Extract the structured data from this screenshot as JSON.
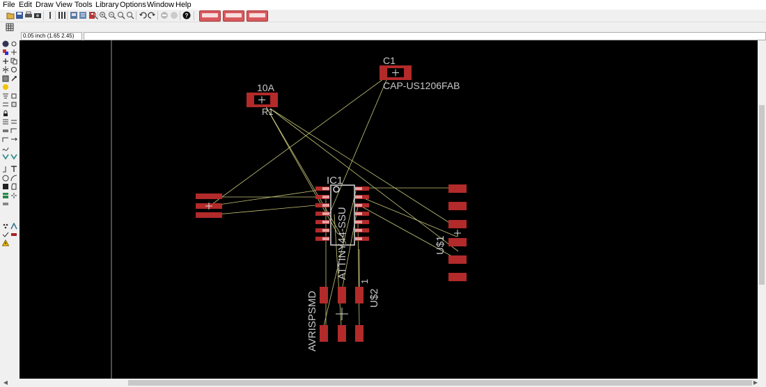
{
  "menu": [
    "File",
    "Edit",
    "Draw",
    "View",
    "Tools",
    "Library",
    "Options",
    "Window",
    "Help"
  ],
  "toolbar_icons": [
    "open-icon",
    "save-icon",
    "print-icon",
    "cam-icon",
    "script-icon",
    "run-icon",
    "board-icon",
    "schematic-icon",
    "library-icon",
    "zoom-fit-icon",
    "zoom-in-icon",
    "zoom-out-icon",
    "zoom-redraw-icon",
    "zoom-select-icon",
    "undo-icon",
    "redo-icon",
    "stop-icon",
    "go-icon",
    "help-icon"
  ],
  "ribbon_buttons": [
    "design-link-button",
    "pcb-quote-button",
    "idf-button"
  ],
  "coordinate": "0.05 inch (1.65 2.45)",
  "left_tools": [
    "info-icon",
    "show-icon",
    "display-icon",
    "mark-icon",
    "move-icon",
    "copy-icon",
    "mirror-icon",
    "rotate-icon",
    "group-icon",
    "change-icon",
    "paste-icon",
    "delete-icon",
    "add-icon",
    "pinswap-icon",
    "replace-icon",
    "lock-icon",
    "split-icon",
    "optimize-icon",
    "route-icon",
    "ripup-icon",
    "wire-icon",
    "text-icon",
    "circle-icon",
    "arc-icon",
    "rect-icon",
    "polygon-icon",
    "via-icon",
    "hole-icon",
    "attribute-icon",
    "dimension-icon",
    "ratsnest-icon",
    "auto-icon",
    "erc-icon",
    "drc-icon",
    "errors-icon"
  ],
  "board": {
    "r1": {
      "value": "10A",
      "name": "R1"
    },
    "c1": {
      "name": "C1",
      "value": "CAP-US1206FAB"
    },
    "ic1": {
      "name": "IC1",
      "value": "ATTINY44-SSU"
    },
    "u1": {
      "name": "U$1"
    },
    "u2": {
      "name": "U$2",
      "value": "AVRISPSMD",
      "pin1": "1"
    }
  },
  "colors": {
    "canvas": "#000000",
    "pad": "#b22a2a",
    "airwire": "#c8c87a",
    "label": "#c8c8c8",
    "frame": "#9a9a9a"
  }
}
